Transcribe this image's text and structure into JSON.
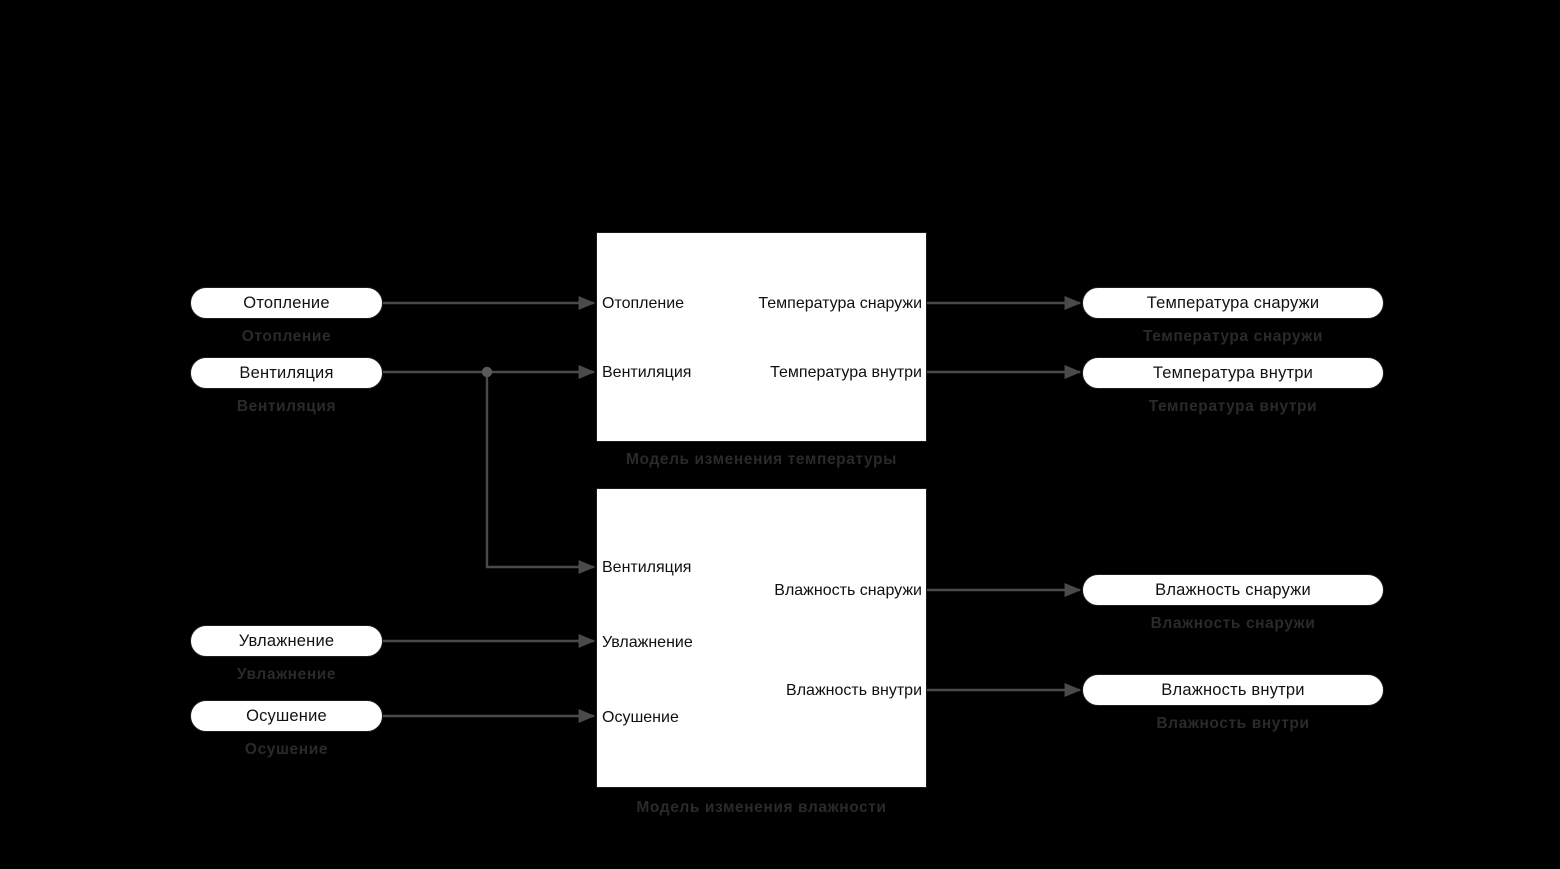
{
  "diagram": {
    "background_color": "#000000",
    "wire_color": "#4a4a4a",
    "block_fill": "#ffffff",
    "block_border": "#1a1a1a",
    "caption_color": "#2a2a2c",
    "port_text_color": "#121212"
  },
  "inputs": [
    {
      "id": "otoplenie",
      "label": "Отопление",
      "caption": "Отопление"
    },
    {
      "id": "ventilyaciya",
      "label": "Вентиляция",
      "caption": "Вентиляция"
    },
    {
      "id": "uvlazhnenie",
      "label": "Увлажнение",
      "caption": "Увлажнение"
    },
    {
      "id": "osushenie",
      "label": "Осушение",
      "caption": "Осушение"
    }
  ],
  "subsystems": [
    {
      "id": "temperature-model",
      "caption": "Модель  изменения  температуры",
      "inputs": [
        "Отопление",
        "Вентиляция"
      ],
      "outputs": [
        "Температура  снаружи",
        "Температура  внутри"
      ]
    },
    {
      "id": "humidity-model",
      "caption": "Модель  изменения  влажности",
      "inputs": [
        "Вентиляция",
        "Увлажнение",
        "Осушение"
      ],
      "outputs": [
        "Влажность  снаружи",
        "Влажность  внутри"
      ]
    }
  ],
  "outputs": [
    {
      "id": "temp-out",
      "label": "Температура  снаружи",
      "caption": "Температура  снаружи"
    },
    {
      "id": "temp-in",
      "label": "Температура  внутри",
      "caption": "Температура  внутри"
    },
    {
      "id": "humidity-out",
      "label": "Влажность  снаружи",
      "caption": "Влажность  снаружи"
    },
    {
      "id": "humidity-in",
      "label": "Влажность  внутри",
      "caption": "Влажность  внутри"
    }
  ]
}
